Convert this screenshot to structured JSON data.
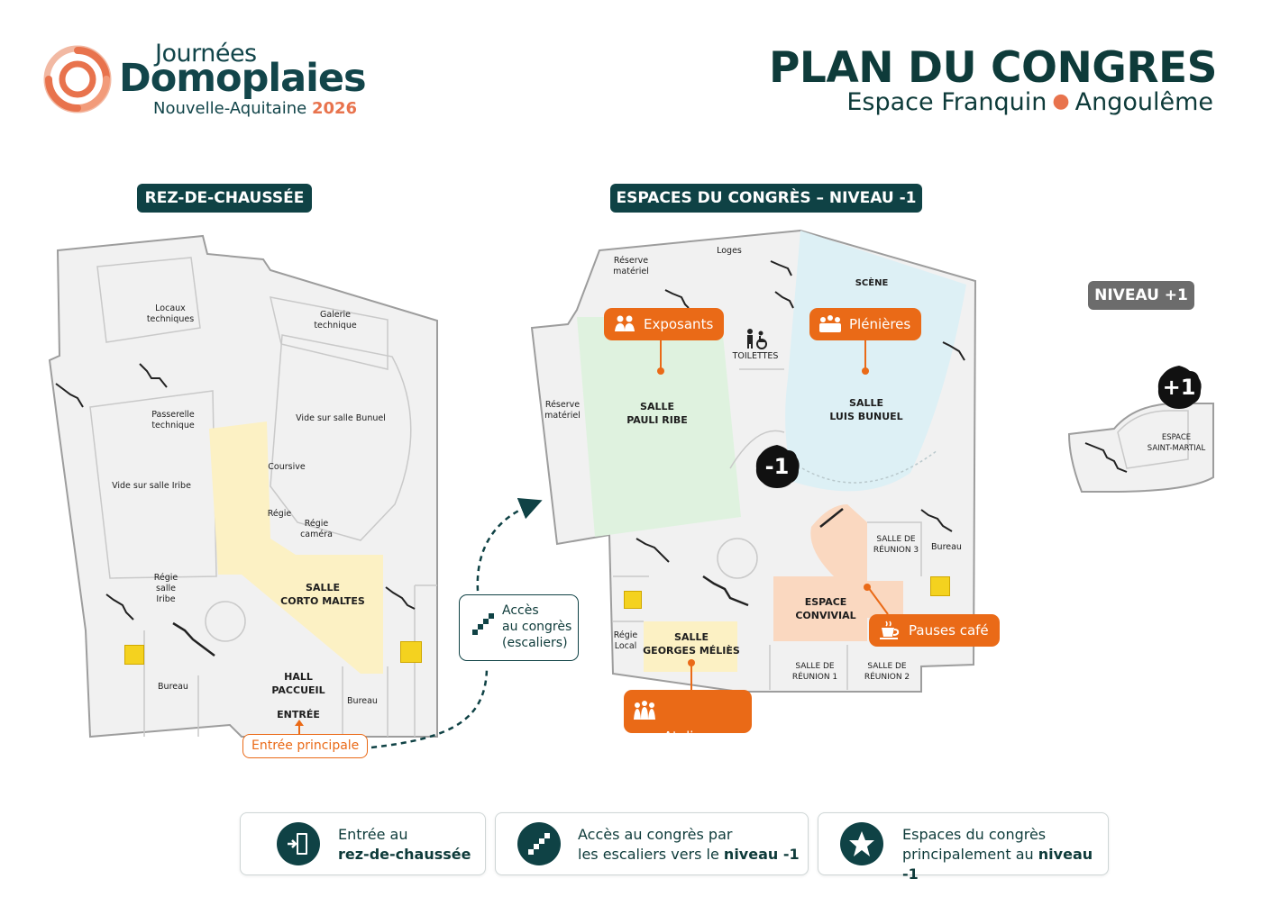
{
  "brand": {
    "top": "Journées",
    "main": "Domoplaies",
    "sub": "Nouvelle-Aquitaine",
    "year": "2026",
    "colors": {
      "teal": "#0f4245",
      "coral": "#e8734d",
      "orange": "#ea6a17"
    }
  },
  "title": "PLAN DU CONGRES",
  "subtitle": {
    "venue": "Espace Franquin",
    "city": "Angoulême"
  },
  "sections": {
    "ground": "REZ-DE-CHAUSSÉE",
    "level_minus1": "ESPACES DU CONGRÈS – NIVEAU -1",
    "level_plus1": "NIVEAU +1"
  },
  "ground_rooms": {
    "locaux": "Locaux\ntechniques",
    "galerie": "Galerie\ntechnique",
    "passerelle": "Passerelle\ntechnique",
    "vide_bunuel": "Vide sur salle Bunuel",
    "coursive": "Coursive",
    "vide_iribe": "Vide sur salle Iribe",
    "regie": "Régie",
    "regie_camera": "Régie\ncaméra",
    "regie_salle_iribe": "Régie\nsalle\nIribe",
    "salle_corto": "SALLE\nCORTO MALTES",
    "hall": "HALL\nPACCUEIL",
    "entree": "ENTRÉE",
    "bureau_left": "Bureau",
    "bureau_right": "Bureau"
  },
  "entree_principale": "Entrée principale",
  "acces_box": "Accès\nau congrès\n(escaliers)",
  "level1_rooms": {
    "reserve_top": "Réserve\nmatériel",
    "loges": "Loges",
    "scene": "SCÈNE",
    "reserve_left": "Réserve\nmatériel",
    "toilettes": "TOILETTES",
    "salle_pauli": "SALLE\nPAULI RIBE",
    "salle_luis": "SALLE\nLUIS BUNUEL",
    "salle_reunion3": "SALLE DE\nRÉUNION 3",
    "bureau": "Bureau",
    "espace_convivial": "ESPACE\nCONVIVIAL",
    "regie_local": "Régie\nLocal",
    "salle_melies": "SALLE\nGEORGES MÉLIÈS",
    "salle_reunion1": "SALLE DE\nRÉUNION 1",
    "salle_reunion2": "SALLE DE\nRÉUNION 2"
  },
  "callouts": {
    "exposants": "Exposants",
    "plenieres": "Plénières",
    "pauses": "Pauses café",
    "ateliers": "Ateliers\npartenaires"
  },
  "badges": {
    "minus1": "-1",
    "plus1": "+1"
  },
  "level_plus1_room": "ESPACE\nSAINT-MARTIAL",
  "legend": {
    "entree": {
      "line1": "Entrée au",
      "line2": "rez-de-chaussée"
    },
    "acces": {
      "line1": "Accès au congrès par",
      "line2_prefix": "les escaliers vers le ",
      "line2_bold": "niveau -1"
    },
    "espaces": {
      "line1": "Espaces du congrès",
      "line2_prefix": "principalement au ",
      "line2_bold": "niveau -1"
    }
  }
}
